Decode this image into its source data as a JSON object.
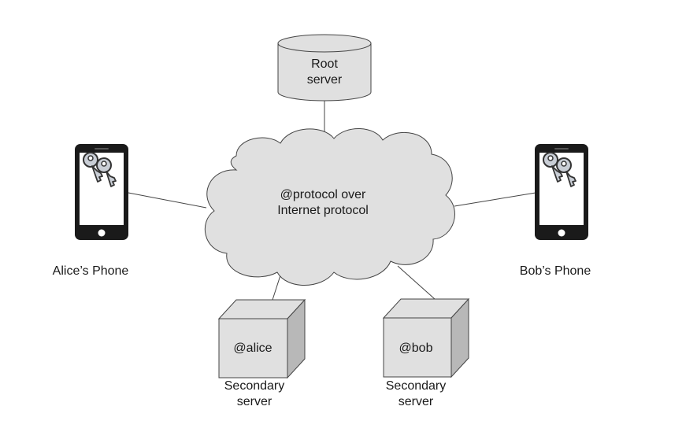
{
  "root_server": {
    "label_line1": "Root",
    "label_line2": "server"
  },
  "network_cloud": {
    "label_line1": "@protocol over",
    "label_line2": "Internet protocol"
  },
  "alice_phone": {
    "label": "Alice’s Phone"
  },
  "bob_phone": {
    "label": "Bob’s Phone"
  },
  "alice_secondary": {
    "handle": "@alice",
    "label_line1": "Secondary",
    "label_line2": "server"
  },
  "bob_secondary": {
    "handle": "@bob",
    "label_line1": "Secondary",
    "label_line2": "server"
  },
  "colors": {
    "outline": "#444444",
    "fill_grey": "#e0e0e0",
    "fill_dark_grey": "#b8b8b8",
    "phone_body": "#1a1a1a",
    "key_fill": "#c9ced6"
  }
}
